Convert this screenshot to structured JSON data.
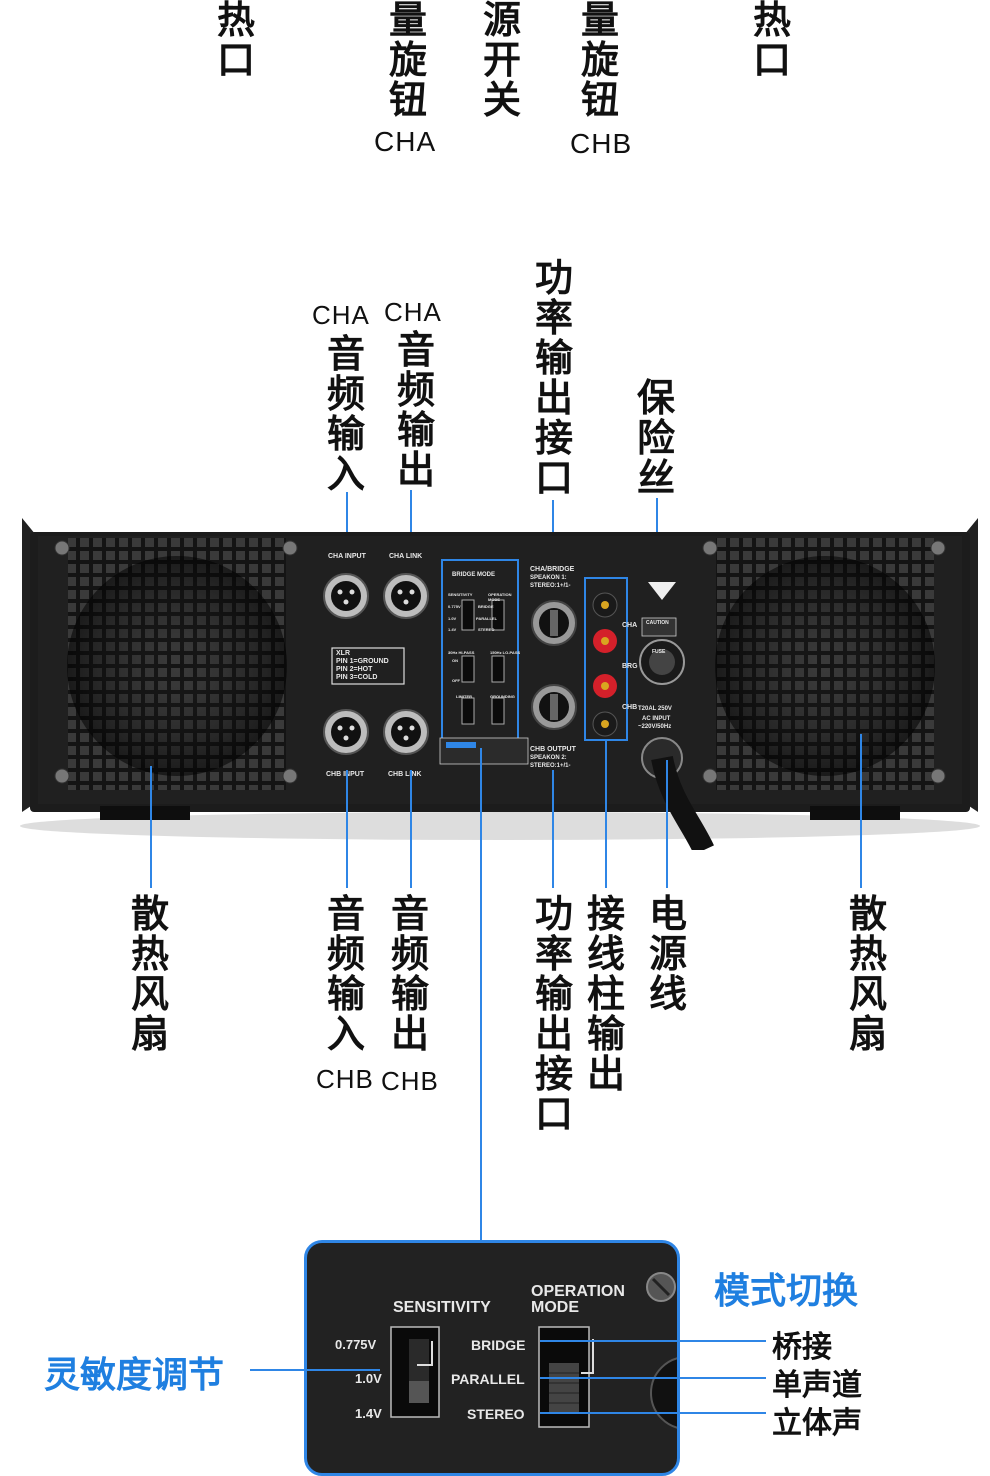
{
  "top_labels": {
    "left_hot": "热口",
    "vol_a": "量旋钮",
    "vol_a_ch": "CHA",
    "power_switch": "源开关",
    "vol_b": "量旋钮",
    "vol_b_ch": "CHB",
    "right_hot": "热口"
  },
  "upper_callouts": {
    "cha_input_ch": "CHA",
    "cha_input": "音频输入",
    "cha_output_ch": "CHA",
    "cha_output": "音频输出",
    "power_output_top": "功率输出接口",
    "fuse": "保险丝"
  },
  "lower_callouts": {
    "fan_left": "散热风扇",
    "chb_input": "音频输入",
    "chb_input_ch": "CHB",
    "chb_output": "音频输出",
    "chb_output_ch": "CHB",
    "power_output_bottom": "功率输出接口",
    "terminal_output": "接线柱输出",
    "power_cord": "电源线",
    "fan_right": "散热风扇"
  },
  "panel": {
    "cha_input": "CHA INPUT",
    "cha_link": "CHA LINK",
    "chb_input": "CHB INPUT",
    "chb_link": "CHB LINK",
    "xlr_box": [
      "XLR",
      "PIN 1=GROUND",
      "PIN 2=HOT",
      "PIN 3=COLD"
    ],
    "bridge_mode": "BRIDGE MODE",
    "sensitivity": "SENSITIVITY",
    "operation_mode": "OPERATION MODE",
    "sens_values": [
      "0.775V",
      "1.0V",
      "1.4V"
    ],
    "mode_values": [
      "BRIDGE",
      "PARALLEL",
      "STEREO"
    ],
    "hipass": "30Hz HI-PASS",
    "lopass": "150Hz LO-PASS",
    "on": "ON",
    "off": "OFF",
    "limiter": "LIMITER",
    "grounding": "GROUNDING",
    "cha_bridge": "CHA/BRIDGE",
    "speakon1": "SPEAKON 1:",
    "stereo1": "STEREO:1+/1-",
    "chb_output": "CHB OUTPUT",
    "speakon2": "SPEAKON 2:",
    "stereo2": "STEREO:1+/1-",
    "cha_tag": "CHA",
    "brg_tag": "BRG",
    "chb_tag": "CHB",
    "caution": "CAUTION",
    "fuse": "FUSE",
    "fuse_rating": "T20AL 250V",
    "ac_input": "AC INPUT",
    "ac_volt": "~220V/50Hz"
  },
  "zoom": {
    "sensitivity": "SENSITIVITY",
    "operation": "OPERATION",
    "mode": "MODE",
    "sens_values": [
      "0.775V",
      "1.0V",
      "1.4V"
    ],
    "mode_values": [
      "BRIDGE",
      "PARALLEL",
      "STEREO"
    ],
    "left_title": "灵敏度调节",
    "right_title": "模式切换",
    "right_items": [
      "桥接",
      "单声道",
      "立体声"
    ]
  },
  "colors": {
    "accent": "#2f86e6",
    "chassis": "#1a1a1a",
    "binding_red": "#d4202a"
  }
}
